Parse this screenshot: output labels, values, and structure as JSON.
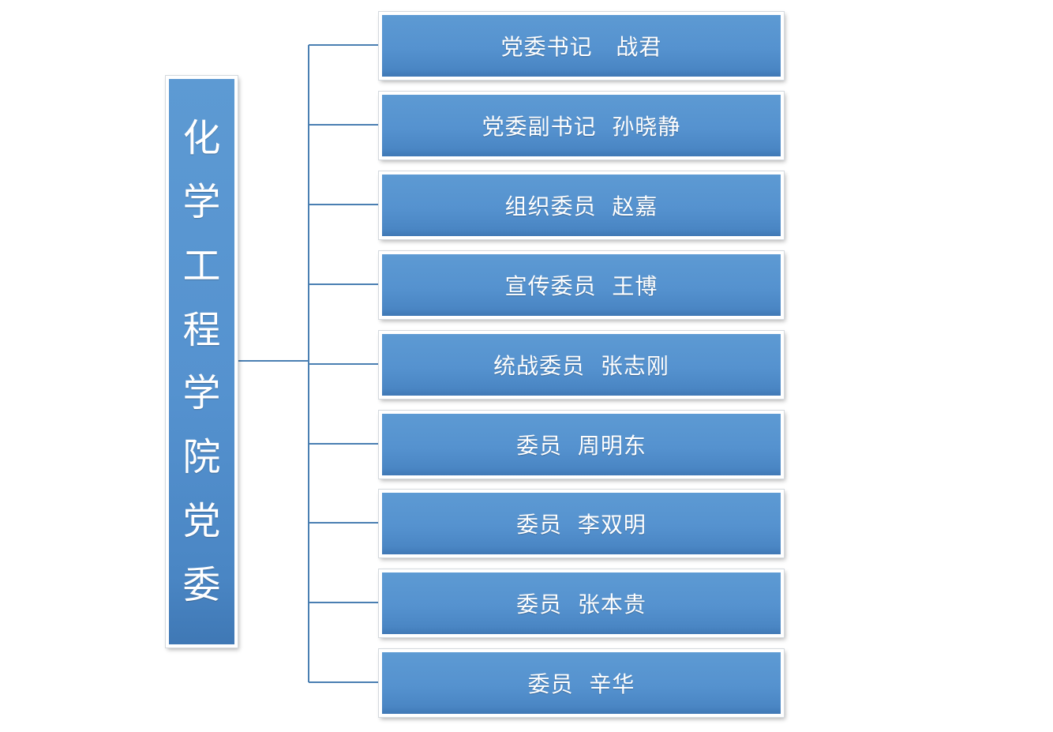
{
  "root": {
    "label": "化学工程学院党委",
    "chars": [
      "化",
      "学",
      "工",
      "程",
      "学",
      "院",
      "党",
      "委"
    ]
  },
  "members": [
    {
      "label": "党委书记   战君"
    },
    {
      "label": "党委副书记  孙晓静"
    },
    {
      "label": "组织委员  赵嘉"
    },
    {
      "label": "宣传委员  王博"
    },
    {
      "label": "统战委员  张志刚"
    },
    {
      "label": "委员  周明东"
    },
    {
      "label": "委员  李双明"
    },
    {
      "label": "委员  张本贵"
    },
    {
      "label": "委员  辛华"
    }
  ],
  "colors": {
    "box_fill": "#5592cf",
    "connector": "#4a7fb2",
    "text": "#ffffff"
  }
}
